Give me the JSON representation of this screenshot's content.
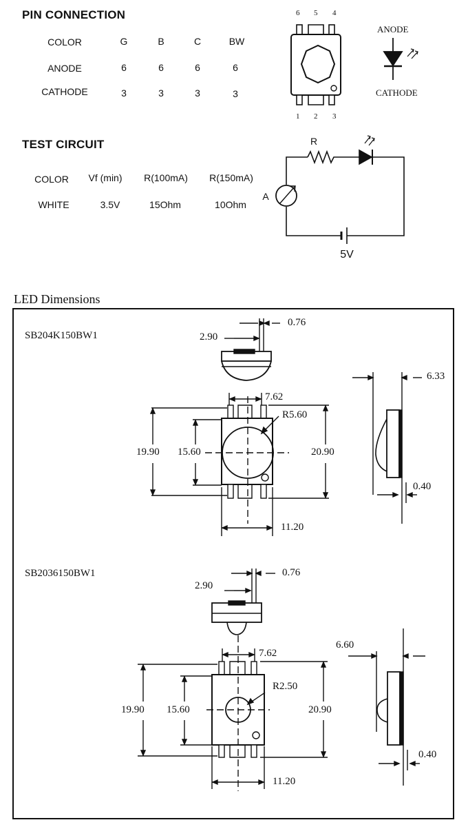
{
  "pin_connection": {
    "title": "PIN CONNECTION",
    "rows": [
      {
        "label": "COLOR",
        "values": [
          "G",
          "B",
          "C",
          "BW"
        ]
      },
      {
        "label": "ANODE",
        "values": [
          "6",
          "6",
          "6",
          "6"
        ]
      },
      {
        "label": "CATHODE",
        "values": [
          "3",
          "3",
          "3",
          "3"
        ]
      }
    ],
    "pin_numbers_top": [
      "6",
      "5",
      "4"
    ],
    "pin_numbers_bottom": [
      "1",
      "2",
      "3"
    ],
    "anode_label": "ANODE",
    "cathode_label": "CATHODE"
  },
  "test_circuit": {
    "title": "TEST CIRCUIT",
    "headers": [
      "COLOR",
      "Vf (min)",
      "R(100mA)",
      "R(150mA)"
    ],
    "row": [
      "WHITE",
      "3.5V",
      "15Ohm",
      "10Ohm"
    ],
    "resistor_label": "R",
    "ammeter_label": "A",
    "supply_label": "5V"
  },
  "dimensions": {
    "title": "LED Dimensions",
    "model1": {
      "name": "SB204K150BW1",
      "dims": {
        "w290": "2.90",
        "w076": "0.76",
        "w762": "7.62",
        "radius": "R5.60",
        "h1990": "19.90",
        "h1560": "15.60",
        "h2090": "20.90",
        "w1120": "11.20",
        "s633": "6.33",
        "s040": "0.40"
      }
    },
    "model2": {
      "name": "SB2036150BW1",
      "dims": {
        "w290": "2.90",
        "w076": "0.76",
        "w762": "7.62",
        "radius": "R2.50",
        "h1990": "19.90",
        "h1560": "15.60",
        "h2090": "20.90",
        "w1120": "11.20",
        "s660": "6.60",
        "s040": "0.40"
      }
    }
  }
}
